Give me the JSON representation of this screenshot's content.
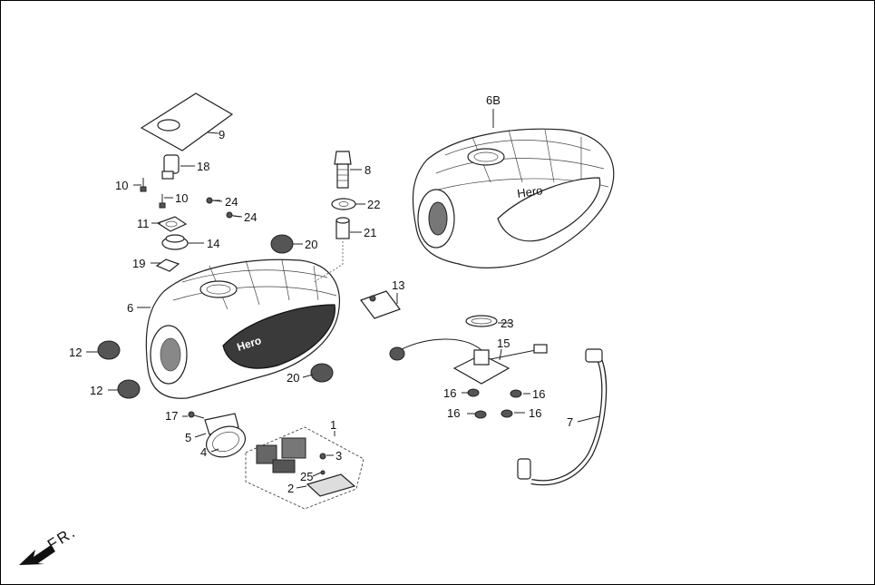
{
  "callouts": {
    "c1": "1",
    "c2": "2",
    "c3": "3",
    "c4": "4",
    "c5": "5",
    "c6": "6",
    "c6b": "6B",
    "c7": "7",
    "c8": "8",
    "c9": "9",
    "c10a": "10",
    "c10b": "10",
    "c11": "11",
    "c12a": "12",
    "c12b": "12",
    "c13": "13",
    "c14": "14",
    "c15": "15",
    "c16a": "16",
    "c16b": "16",
    "c16c": "16",
    "c16d": "16",
    "c17": "17",
    "c18": "18",
    "c19": "19",
    "c20a": "20",
    "c20b": "20",
    "c21": "21",
    "c22": "22",
    "c23": "23",
    "c24a": "24",
    "c24b": "24",
    "c25": "25"
  },
  "tank_logo": "Hero",
  "direction_label": "FR."
}
